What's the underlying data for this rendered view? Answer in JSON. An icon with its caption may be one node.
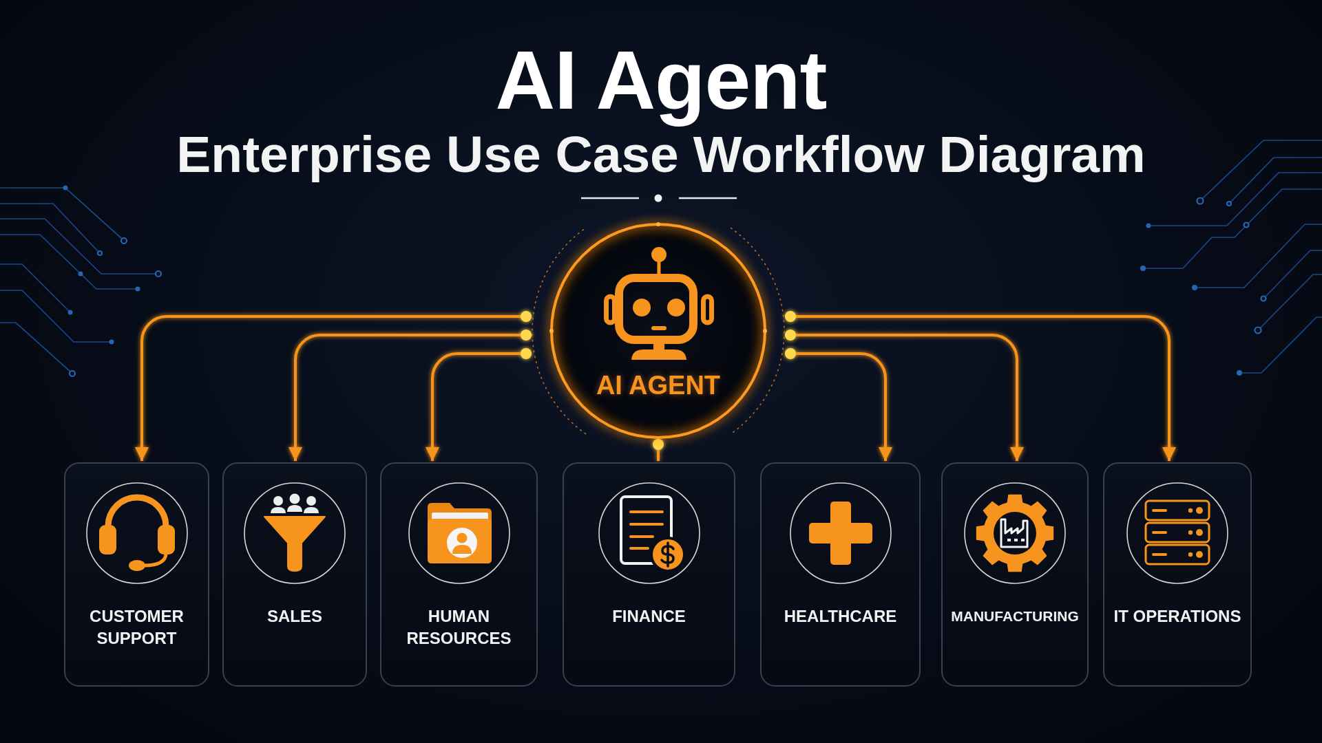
{
  "diagram": {
    "title": "AI Agent",
    "nodes": [
      {
        "text": [
          "AI AGENT"
        ]
      },
      {
        "text": [
          "CUSTOMER SUPPORT"
        ]
      },
      {
        "text": [
          "SALES"
        ]
      },
      {
        "text": [
          "HUMAN RESOURCES"
        ]
      },
      {
        "text": [
          "FINANCE"
        ]
      },
      {
        "text": [
          "HEALTHCARE"
        ]
      },
      {
        "text": [
          "MANUFACTURING"
        ]
      },
      {
        "text": [
          "IT OPERATIONS"
        ]
      }
    ],
    "edges": [
      {
        "from": 0,
        "to": 1,
        "arrow": "to"
      },
      {
        "from": 0,
        "to": 2,
        "arrow": "to"
      },
      {
        "from": 0,
        "to": 3,
        "arrow": "to"
      },
      {
        "from": 0,
        "to": 4,
        "arrow": "other"
      },
      {
        "from": 0,
        "to": 5,
        "arrow": "to"
      },
      {
        "from": 0,
        "to": 6,
        "arrow": "to"
      },
      {
        "from": 0,
        "to": 7,
        "arrow": "to"
      }
    ],
    "labels": [
      "Enterprise Use Case Workflow Diagram"
    ]
  }
}
